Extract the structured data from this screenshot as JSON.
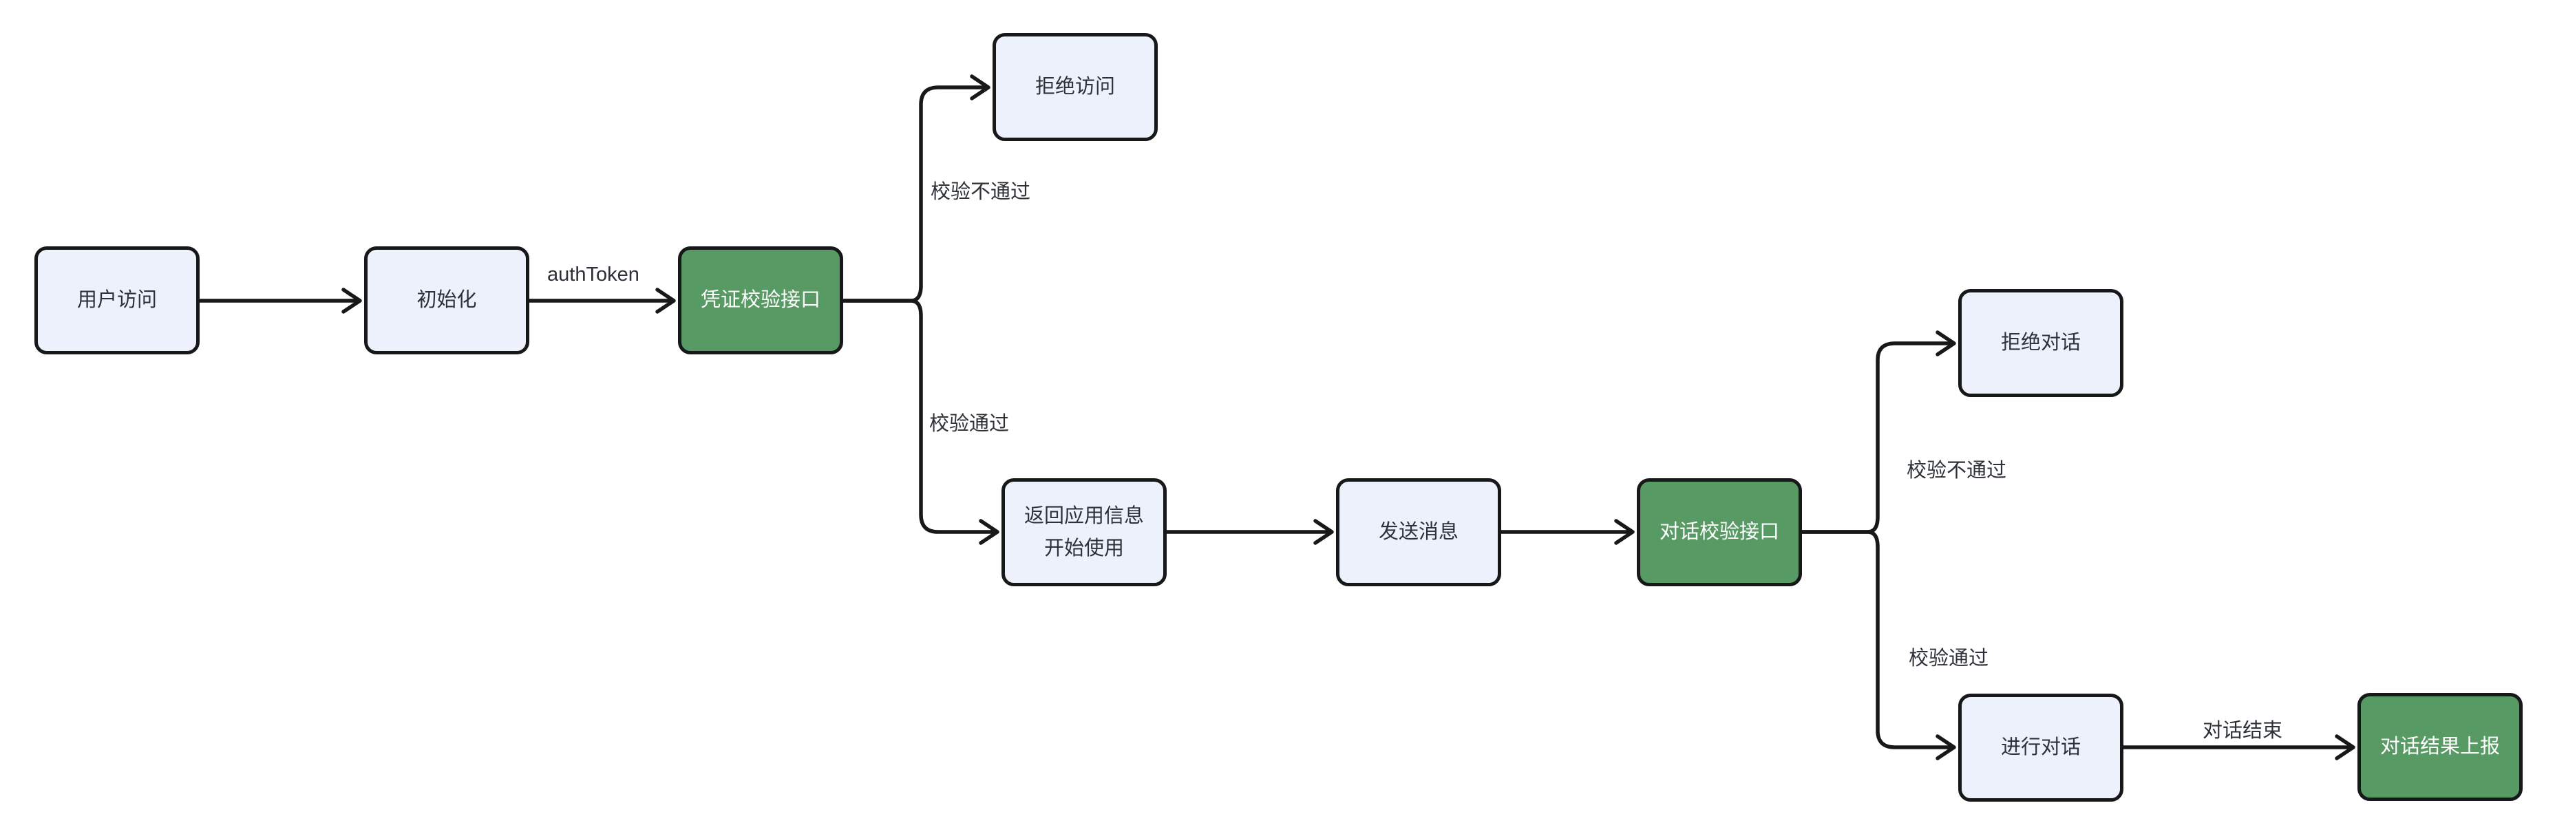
{
  "diagram": {
    "type": "flowchart",
    "colors": {
      "background": "#ffffff",
      "node_fill": "#edf1fb",
      "node_border": "#17181a",
      "accent_fill": "#589a64",
      "accent_text": "#ffffff",
      "text": "#2d3138",
      "connector": "#17181a"
    },
    "nodes": {
      "user_access": {
        "label": "用户访问",
        "type": "default"
      },
      "init": {
        "label": "初始化",
        "type": "default"
      },
      "credential_check": {
        "label": "凭证校验接口",
        "type": "accent"
      },
      "deny_access": {
        "label": "拒绝访问",
        "type": "default"
      },
      "return_app_info": {
        "label": "返回应用信息\n开始使用",
        "type": "default"
      },
      "send_message": {
        "label": "发送消息",
        "type": "default"
      },
      "dialog_check": {
        "label": "对话校验接口",
        "type": "accent"
      },
      "deny_dialog": {
        "label": "拒绝对话",
        "type": "default"
      },
      "do_dialog": {
        "label": "进行对话",
        "type": "default"
      },
      "report_result": {
        "label": "对话结果上报",
        "type": "accent"
      }
    },
    "edge_labels": {
      "auth_token": "authToken",
      "check_fail_1": "校验不通过",
      "check_pass_1": "校验通过",
      "check_fail_2": "校验不通过",
      "check_pass_2": "校验通过",
      "dialog_end": "对话结束"
    }
  }
}
